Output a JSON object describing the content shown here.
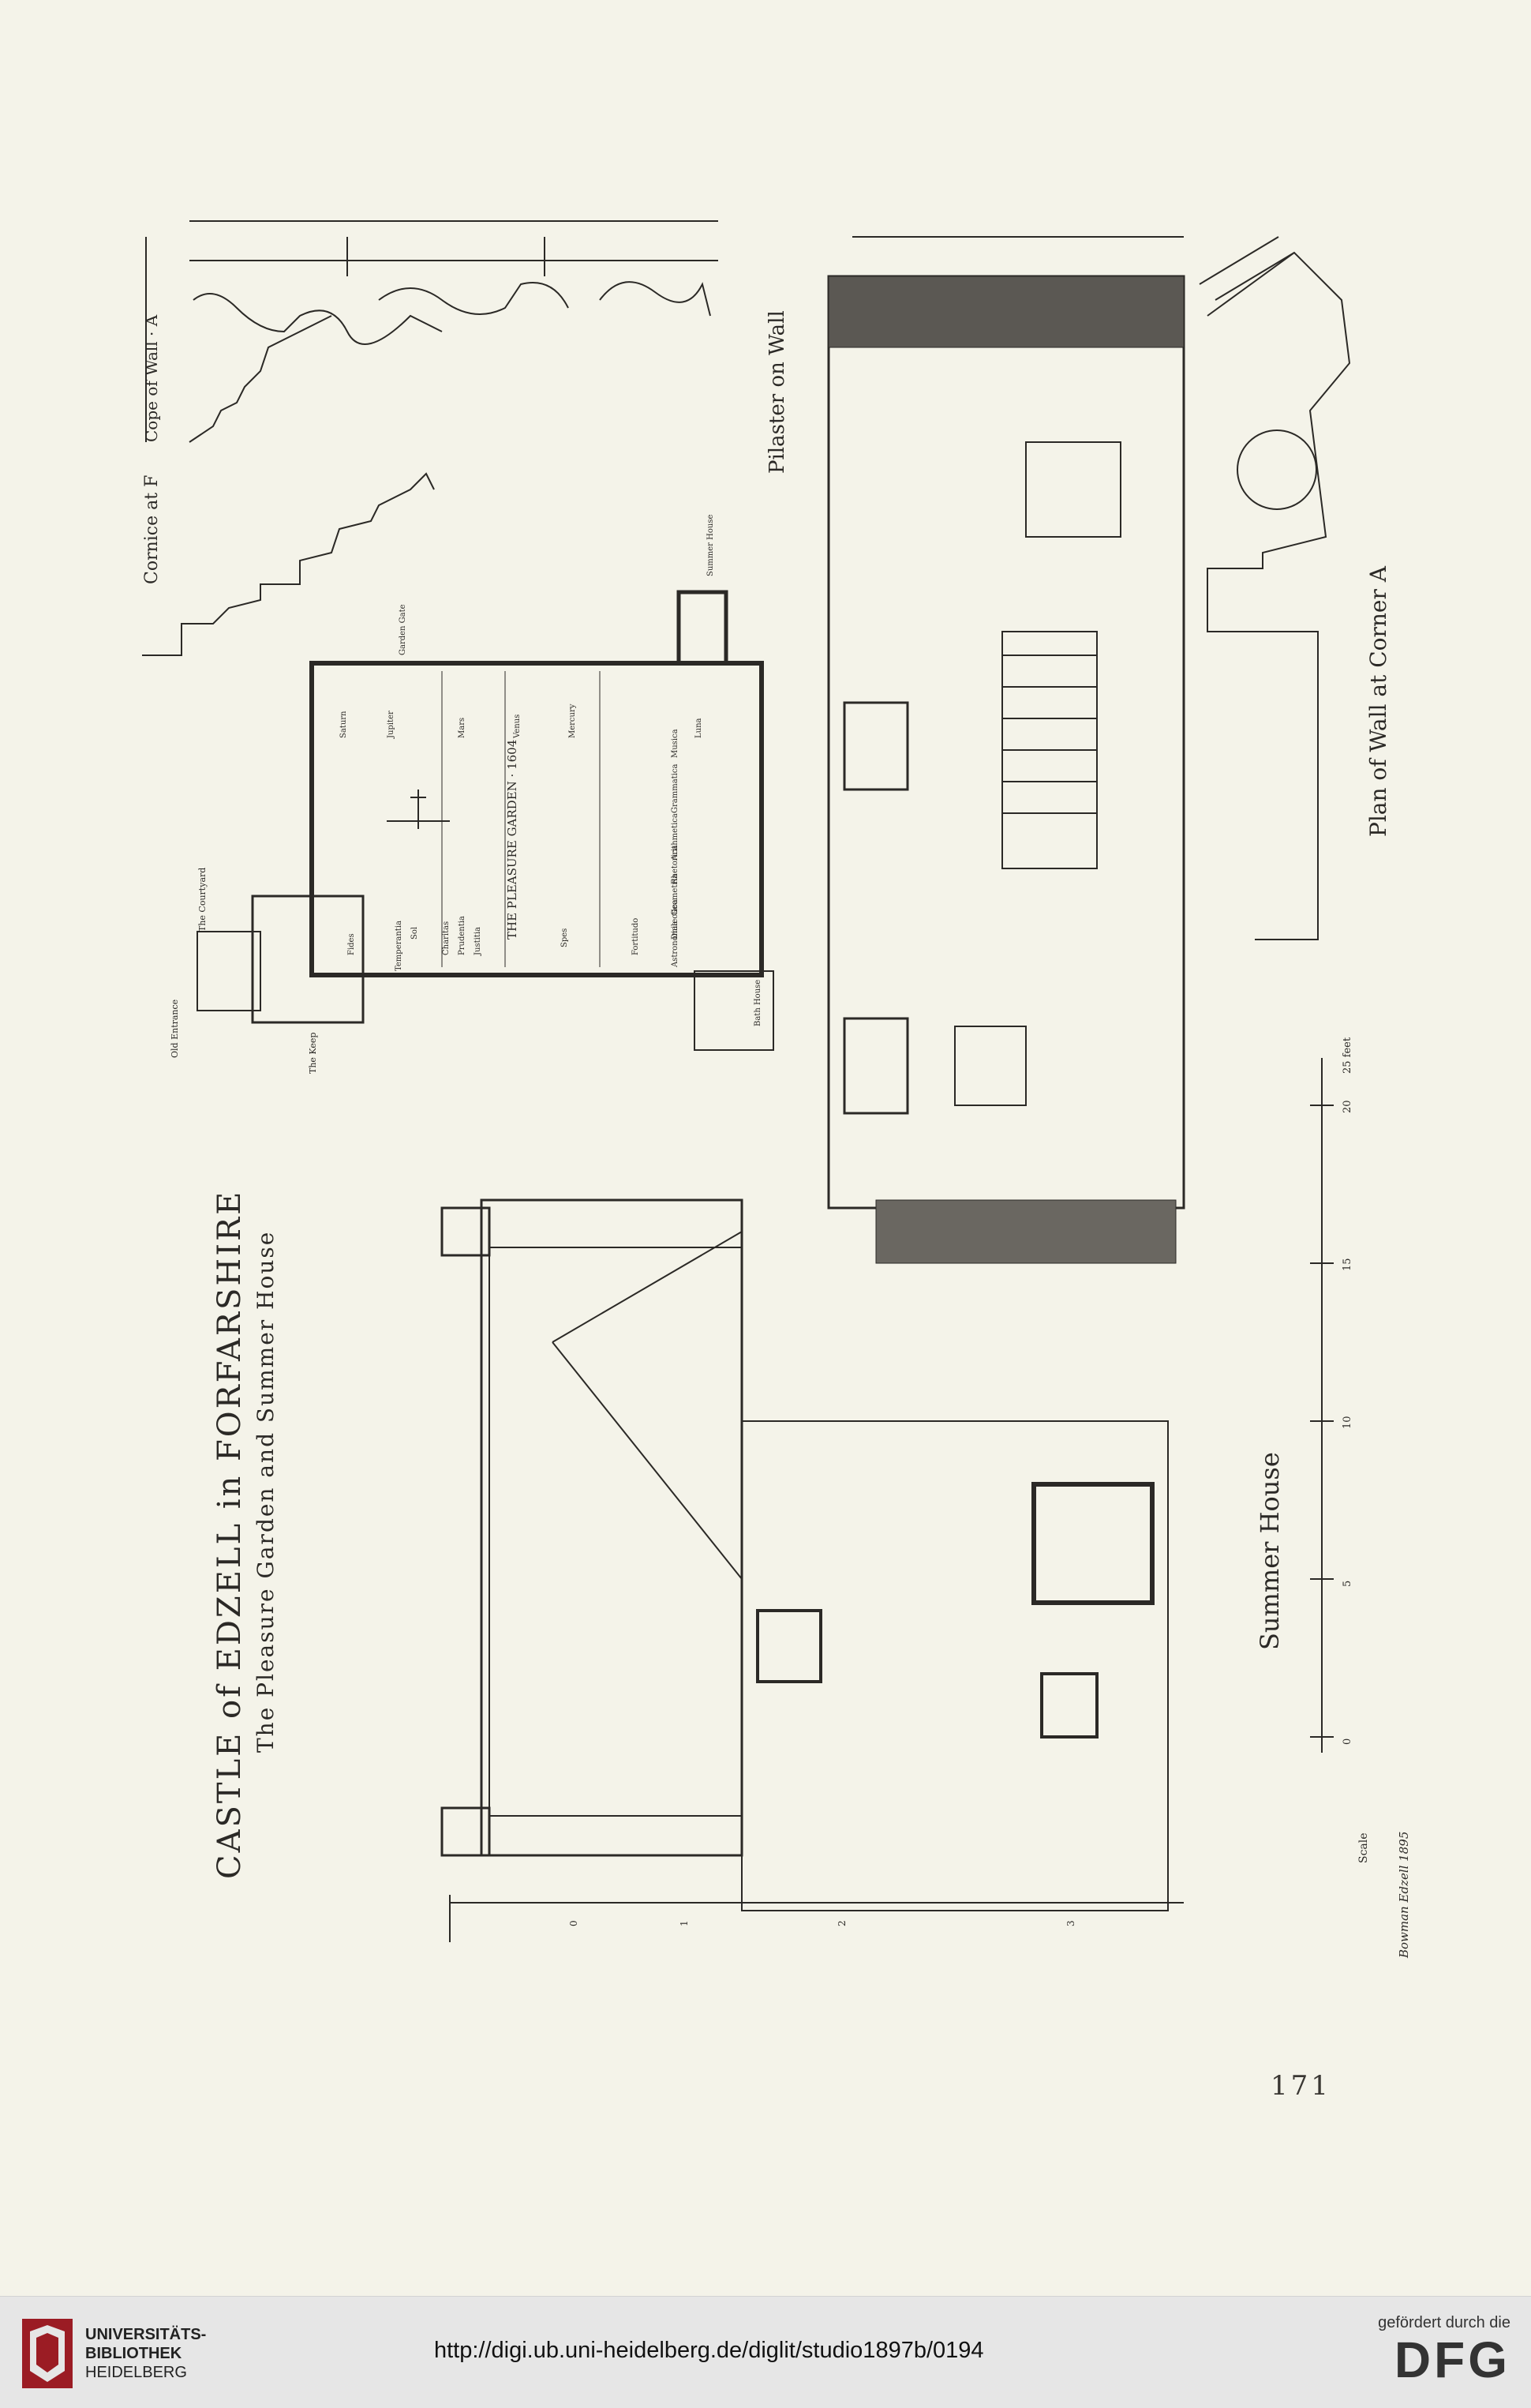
{
  "plate": {
    "title": "CASTLE of EDZELL in FORFARSHIRE",
    "subtitle": "The Pleasure Garden and Summer House",
    "cornice_label": "Cornice at F",
    "cope_label": "Cope of Wall · A",
    "pilaster_label": "Pilaster on Wall",
    "wall_plan_label": "Plan of Wall at Corner A",
    "summer_house_label": "Summer House",
    "garden_title": "THE PLEASURE GARDEN · 1604",
    "scale_label": "Scale",
    "signature": "Bowman Edzell 1895",
    "garden_labels": {
      "courtyard": "The Courtyard",
      "keep": "The Keep",
      "old_entrance": "Old Entrance",
      "garden_gate": "Garden Gate",
      "summer_house": "Summer House",
      "bath_house": "Bath House",
      "planets": [
        "Saturn",
        "Jupiter",
        "Mars",
        "Sol",
        "Venus",
        "Mercury",
        "Luna"
      ],
      "virtues": [
        "Fides",
        "Spes",
        "Charitas",
        "Prudentia",
        "Justitia",
        "Fortitudo",
        "Temperantia"
      ],
      "arts": [
        "Grammatica",
        "Rhetorica",
        "Dialectica",
        "Arithmetica",
        "Musica",
        "Geometria",
        "Astronomia"
      ]
    },
    "scale_marks": [
      "0",
      "5",
      "10",
      "15",
      "20",
      "25 feet"
    ],
    "dimension_marks": [
      "0",
      "1",
      "2",
      "3"
    ],
    "page_number": "171"
  },
  "footer": {
    "university_lines": [
      "UNIVERSITÄTS-",
      "BIBLIOTHEK",
      "HEIDELBERG"
    ],
    "url": "http://digi.ub.uni-heidelberg.de/diglit/studio1897b/0194",
    "funding_note": "gefördert durch die",
    "funder_logo": "DFG"
  },
  "colors": {
    "ink": "#2b2926",
    "paper": "#f4f3e9",
    "footer_bg": "#e6e6e6"
  }
}
